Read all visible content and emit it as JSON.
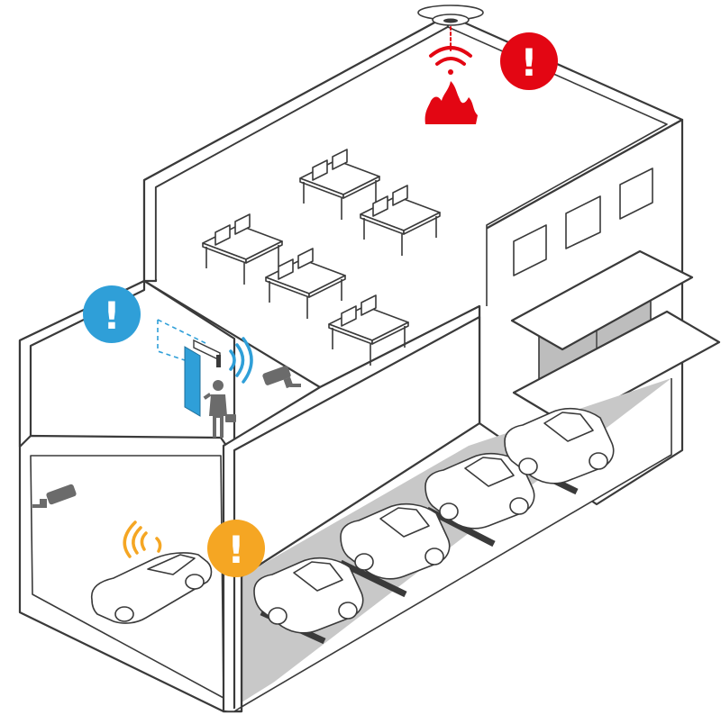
{
  "diagram": {
    "alerts": [
      {
        "id": "fire",
        "color": "#e30613",
        "symbol": "!"
      },
      {
        "id": "access",
        "color": "#2f9fd8",
        "symbol": "!"
      },
      {
        "id": "parking",
        "color": "#f5a623",
        "symbol": "!"
      }
    ],
    "colors": {
      "line": "#3a3a3a",
      "fire": "#e30613",
      "wifi_blue": "#2f9fd8",
      "wifi_orange": "#f5a623",
      "door_blue": "#2f9fd8",
      "floor_grey": "#c8c8c8",
      "camera_grey": "#6b6b6b"
    },
    "icons": [
      "smoke-detector-icon",
      "fire-icon",
      "cctv-camera-icon",
      "wireless-signal-icon",
      "door-icon",
      "person-icon",
      "car-icon",
      "desk-icon"
    ]
  }
}
